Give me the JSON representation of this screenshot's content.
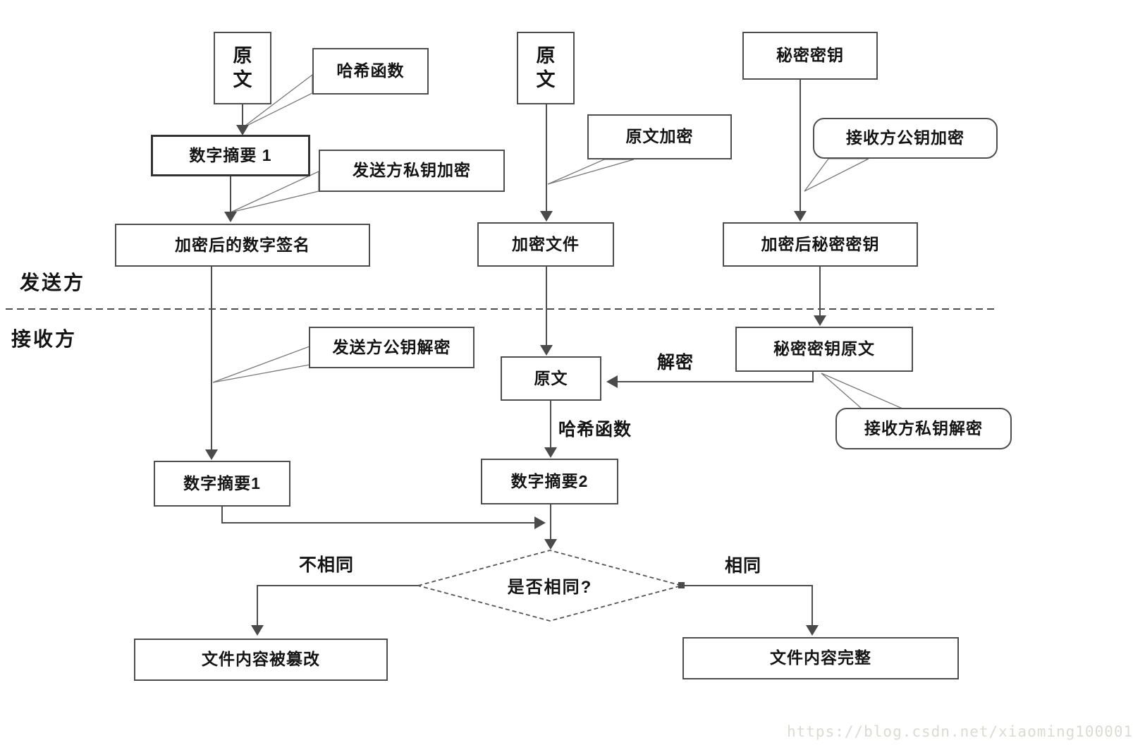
{
  "diagram": {
    "regions": {
      "sender": "发送方",
      "receiver": "接收方"
    },
    "nodes": {
      "original1": {
        "label": "原\n文"
      },
      "hash_fn1": {
        "label": "哈希函数"
      },
      "digest1_top": {
        "label": "数字摘要 1"
      },
      "sender_private_encrypt": {
        "label": "发送方私钥加密"
      },
      "encrypted_signature": {
        "label": "加密后的数字签名"
      },
      "original2": {
        "label": "原\n文"
      },
      "original_encrypt": {
        "label": "原文加密"
      },
      "encrypted_file": {
        "label": "加密文件"
      },
      "secret_key": {
        "label": "秘密密钥"
      },
      "receiver_public_encrypt": {
        "label": "接收方公钥加密"
      },
      "encrypted_secret_key": {
        "label": "加密后秘密密钥"
      },
      "secret_key_original": {
        "label": "秘密密钥原文"
      },
      "receiver_private_decrypt": {
        "label": "接收方私钥解密"
      },
      "sender_public_decrypt": {
        "label": "发送方公钥解密"
      },
      "original3": {
        "label": "原文"
      },
      "digest1_bottom": {
        "label": "数字摘要1"
      },
      "digest2": {
        "label": "数字摘要2"
      },
      "compare": {
        "label": "是否相同?"
      },
      "tampered": {
        "label": "文件内容被篡改"
      },
      "intact": {
        "label": "文件内容完整"
      }
    },
    "edge_labels": {
      "decrypt": "解密",
      "hash_fn2": "哈希函数",
      "not_same": "不相同",
      "same": "相同"
    },
    "colors": {
      "line": "#4d4d4d",
      "box_border": "#4d4d4d",
      "text": "#111111",
      "watermark": "#dcdbd2"
    },
    "watermark": "https://blog.csdn.net/xiaoming100001"
  }
}
